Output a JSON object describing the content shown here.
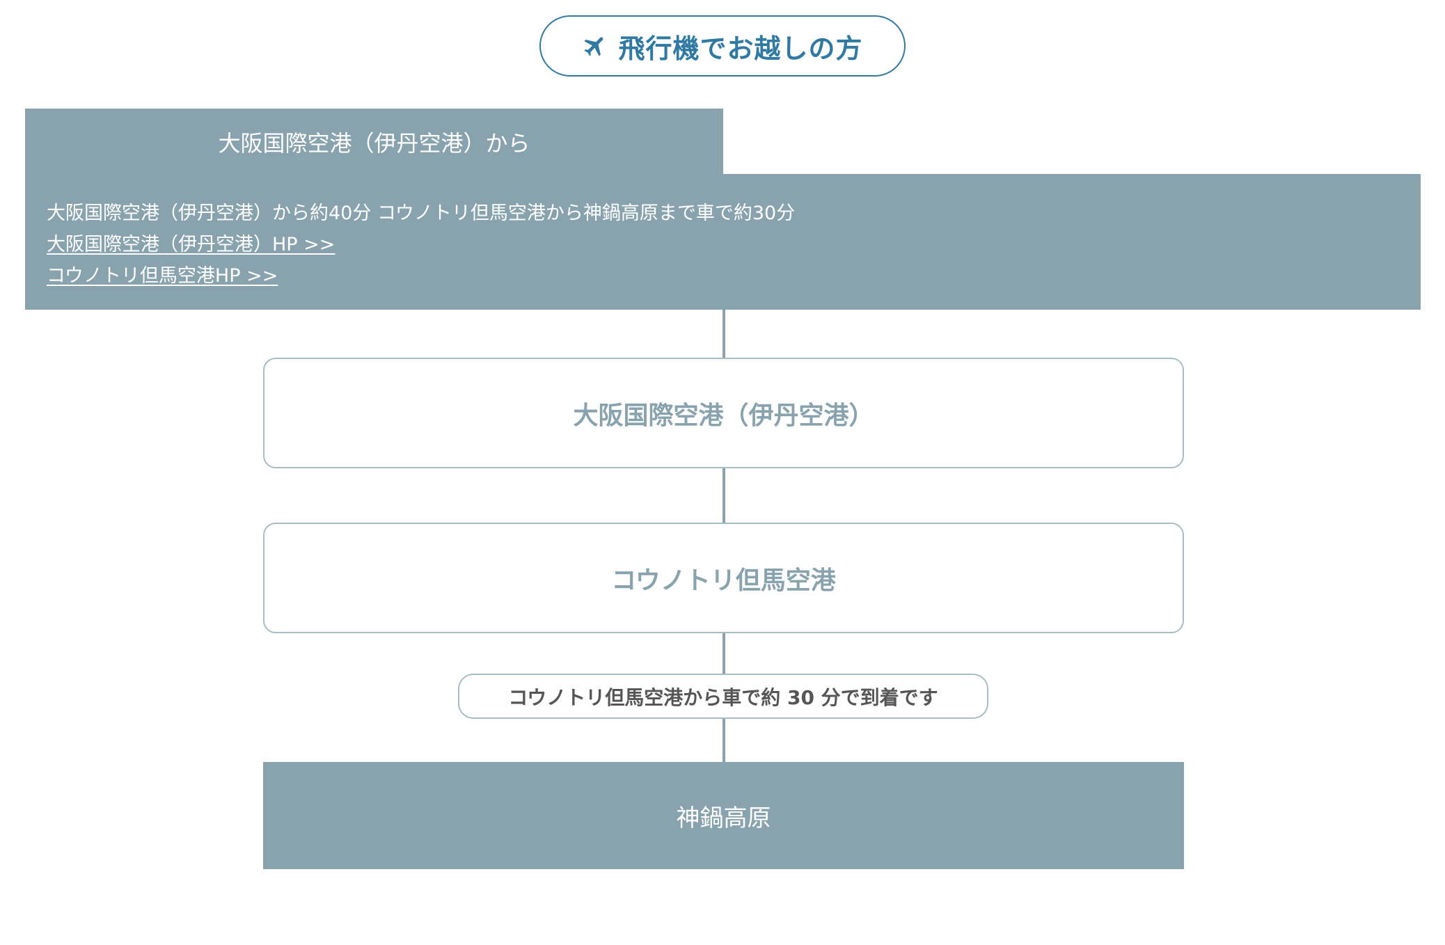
{
  "header": {
    "title": "飛行機でお越しの方",
    "icon": "plane-icon",
    "accent_color": "#2f79a3"
  },
  "tab": {
    "label": "大阪国際空港（伊丹空港）から"
  },
  "panel": {
    "description": "大阪国際空港（伊丹空港）から約40分 コウノトリ但馬空港から神鍋高原まで車で約30分",
    "links": [
      {
        "label": "大阪国際空港（伊丹空港）HP >>"
      },
      {
        "label": "コウノトリ但馬空港HP >>"
      }
    ],
    "background_color": "#88a3ad"
  },
  "route": {
    "steps": [
      {
        "label": "大阪国際空港（伊丹空港）"
      },
      {
        "label": "コウノトリ但馬空港"
      }
    ],
    "note": "コウノトリ但馬空港から車で約 30 分で到着です",
    "destination": "神鍋高原"
  }
}
